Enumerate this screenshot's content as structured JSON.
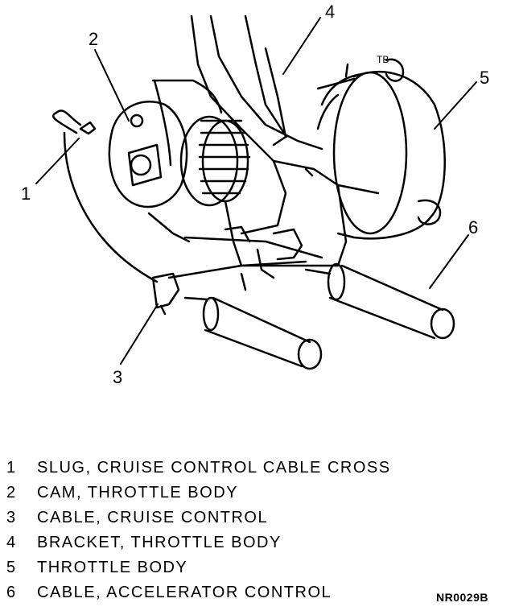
{
  "callouts": [
    {
      "number": "1",
      "text": "SLUG, CRUISE CONTROL CABLE CROSS"
    },
    {
      "number": "2",
      "text": "CAM, THROTTLE BODY"
    },
    {
      "number": "3",
      "text": "CABLE, CRUISE CONTROL"
    },
    {
      "number": "4",
      "text": "BRACKET, THROTTLE BODY"
    },
    {
      "number": "5",
      "text": "THROTTLE BODY"
    },
    {
      "number": "6",
      "text": "CABLE, ACCELERATOR CONTROL"
    }
  ],
  "figure_code": "NR0029B",
  "stamp_text": "TB"
}
